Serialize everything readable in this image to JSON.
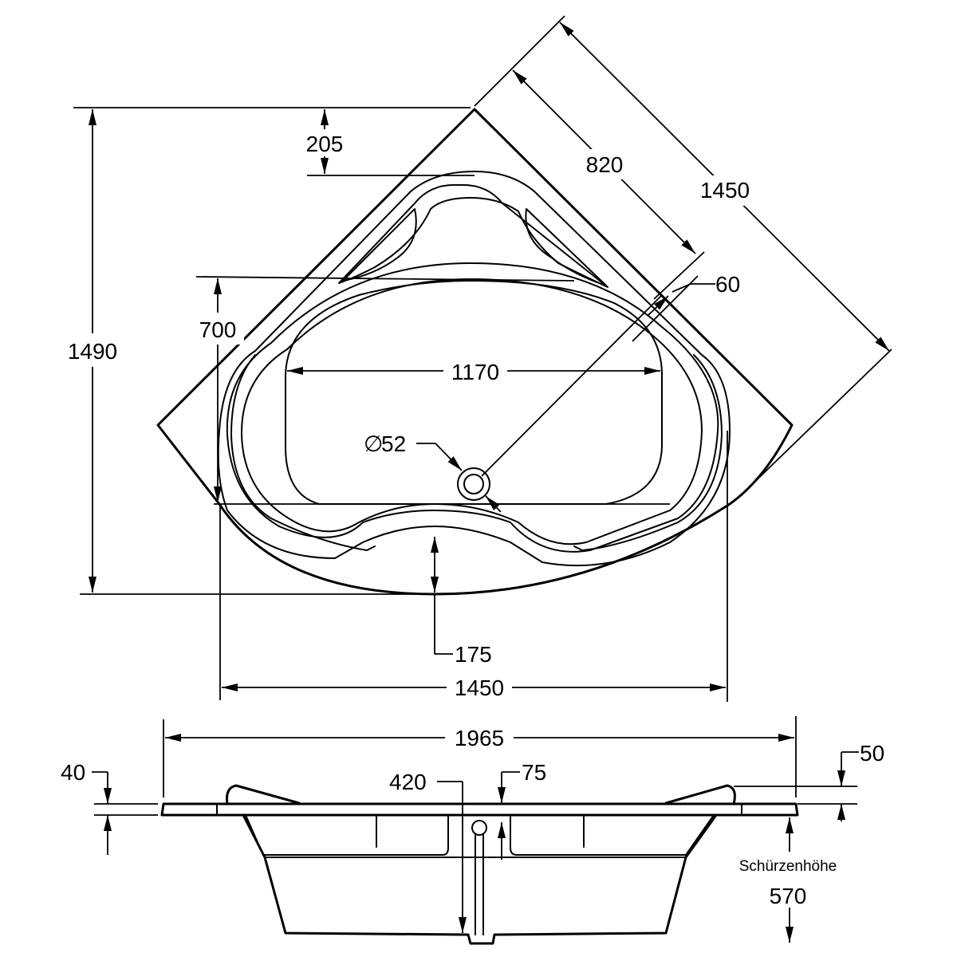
{
  "dimensions": {
    "top_depth_205": "205",
    "diagonal_820": "820",
    "diagonal_1450": "1450",
    "height_1490": "1490",
    "inner_depth_700": "700",
    "wall_60": "60",
    "basin_width_1170": "1170",
    "drain_diameter": "52",
    "drain_diameter_symbol": "∅",
    "front_175": "175",
    "width_1450": "1450",
    "length_1965": "1965",
    "rim_40": "40",
    "depth_420": "420",
    "drain_75": "75",
    "rim_50": "50",
    "apron_height_label": "Schürzenhöhe",
    "apron_height_value": "570"
  }
}
